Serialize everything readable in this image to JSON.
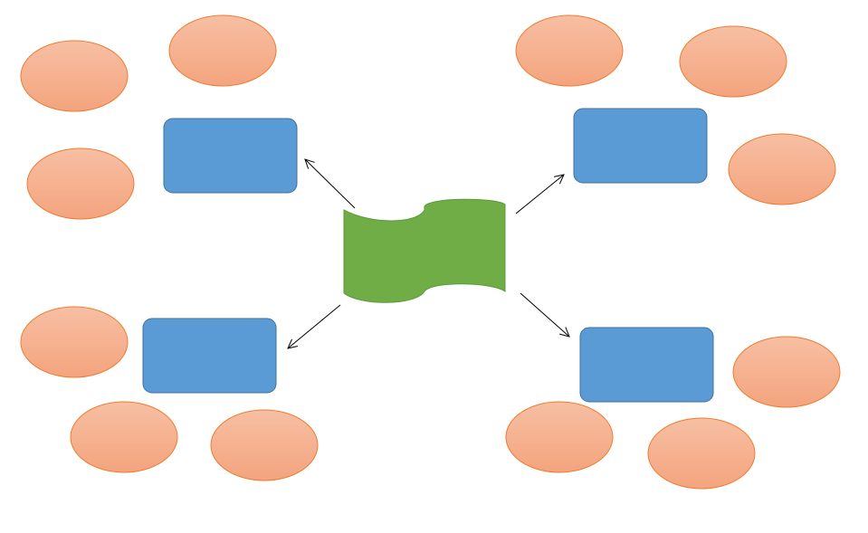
{
  "diagram": {
    "center": {
      "label": "",
      "color": "#70AD47",
      "stroke": "#5B9A3A"
    },
    "branches": [
      {
        "id": "top-left",
        "label": "",
        "bubbles": [
          "",
          "",
          ""
        ]
      },
      {
        "id": "top-right",
        "label": "",
        "bubbles": [
          "",
          "",
          ""
        ]
      },
      {
        "id": "bottom-left",
        "label": "",
        "bubbles": [
          "",
          "",
          ""
        ]
      },
      {
        "id": "bottom-right",
        "label": "",
        "bubbles": [
          "",
          "",
          ""
        ]
      }
    ],
    "colors": {
      "box_fill": "#5B9BD5",
      "box_stroke": "#41719C",
      "bubble_top": "#F7BFA3",
      "bubble_bottom": "#F4A47E",
      "bubble_stroke": "#ED7D31",
      "arrow": "#000000"
    }
  }
}
